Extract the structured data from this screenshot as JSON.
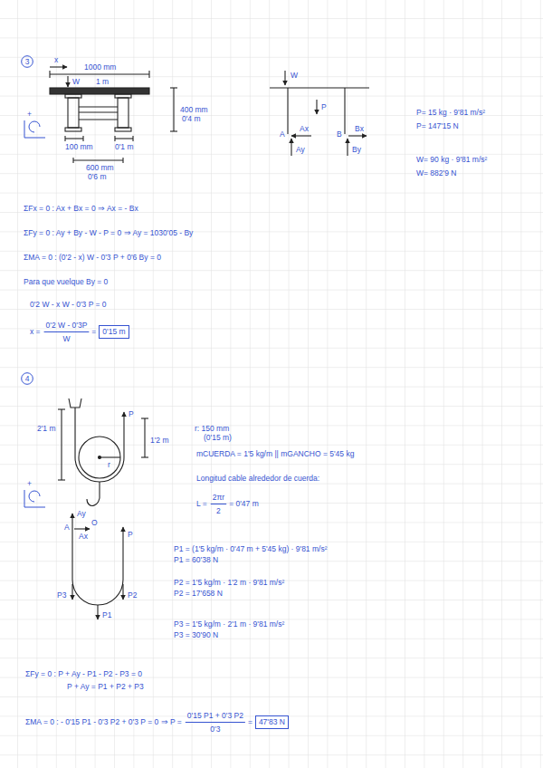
{
  "diagram": {
    "nodes": [
      {
        "text": [
          "3"
        ]
      },
      {
        "text": [
          "0'15 m"
        ]
      },
      {
        "text": [
          "4"
        ]
      },
      {
        "text": [
          "47'83 N"
        ]
      }
    ],
    "labels": [
      "x",
      "1000 mm",
      "1 m",
      "W",
      "400 mm",
      "0'4 m",
      "100 mm",
      "0'1 m",
      "600 mm",
      "0'6 m",
      "+",
      "W",
      "P",
      "Ax",
      "A",
      "Ay",
      "Bx",
      "B",
      "By",
      "P= 15 kg · 9'81 m/s²",
      "P= 147'15 N",
      "W= 90 kg · 9'81 m/s²",
      "W= 882'9 N",
      "ΣFx = 0 : Ax + Bx = 0 ⇒ Ax = - Bx",
      "ΣFy = 0 : Ay + By - W - P = 0 ⇒ Ay = 1030'05 - By",
      "ΣMA = 0 : (0'2 - x) W - 0'3 P + 0'6 By = 0",
      "Para que vuelque By = 0",
      "0'2 W - x W - 0'3 P = 0",
      "x =",
      "0'2 W - 0'3P",
      "W",
      "=",
      "2'1 m",
      "P",
      "1'2 m",
      "r",
      "r: 150 mm",
      "(0'15 m)",
      "mCUERDA = 1'5 kg/m || mGANCHO = 5'45 kg",
      "Longitud cable alrededor de cuerda:",
      "L =",
      "2πr",
      "2",
      "= 0'47 m",
      "+",
      "A",
      "Ay",
      "Ax",
      "O",
      "P",
      "P3",
      "P2",
      "P1",
      "P1 = (1'5 kg/m · 0'47 m + 5'45 kg) · 9'81 m/s²",
      "P1 = 60'38 N",
      "P2 = 1'5 kg/m · 1'2 m · 9'81 m/s²",
      "P2 = 17'658 N",
      "P3 = 1'5 kg/m · 2'1 m · 9'81 m/s²",
      "P3 = 30'90 N",
      "ΣFy = 0 : P + Ay - P1 - P2 - P3 = 0",
      "P + Ay = P1 + P2 + P3",
      "ΣMA = 0 : - 0'15 P1 - 0'3 P2 + 0'3 P = 0 ⇒ P =",
      "0'15 P1 + 0'3 P2",
      "0'3",
      "="
    ]
  }
}
